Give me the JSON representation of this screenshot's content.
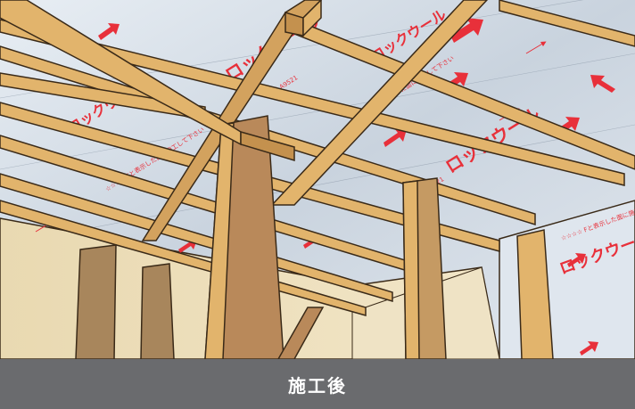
{
  "caption": {
    "text": "施工後"
  },
  "insulation_print": {
    "brand_text": "ロックウール",
    "standard_text": "JIS A9521",
    "fine_print": "☆☆☆☆ Fと表示した面に施工して下さい"
  },
  "colors": {
    "caption_bar": "#6a6b6e",
    "caption_text": "#ffffff",
    "insulation": "#d9e1ea",
    "insulation_print": "#e8303a",
    "timber": "#e2b46c",
    "timber_dark": "#a8865c",
    "wall": "#ede0bf",
    "outline": "#3a2a18"
  },
  "icons": [
    "red-arrow-icon"
  ]
}
